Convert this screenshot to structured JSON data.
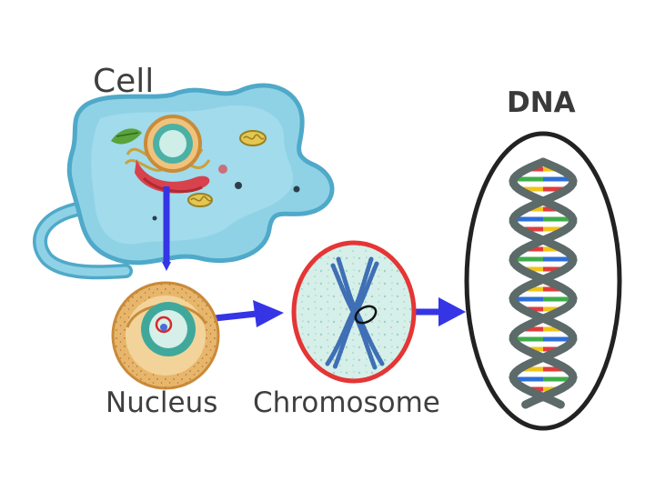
{
  "labels": {
    "cell": "Cell",
    "nucleus": "Nucleus",
    "chromosome": "Chromosome",
    "dna": "DNA"
  },
  "colors": {
    "arrow": "#3535e6",
    "cell_body": "#8fd2e6",
    "cell_outline": "#4fa9c9",
    "nucleus_envelope": "#e8b66a",
    "chromosome_ring": "#e53535",
    "chromosome_fill": "#d6efe9",
    "chromosome_strand": "#3f6fb5",
    "dna_ring": "#222222",
    "dna_backbone": "#5c6a6a",
    "base_colors": [
      "#f0c419",
      "#2e6fd8",
      "#e23b3b",
      "#3fae49"
    ]
  }
}
